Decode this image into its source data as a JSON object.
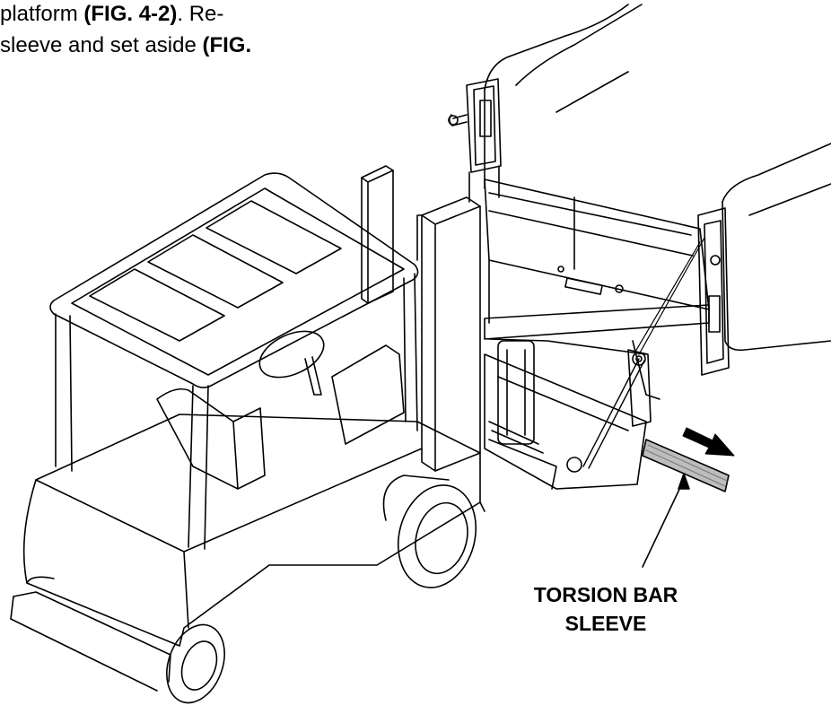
{
  "instructions": {
    "line1_prefix": "platform ",
    "line1_bold": "(FIG. 4-2)",
    "line1_suffix": ". Re-",
    "line2_prefix": "sleeve and set aside ",
    "line2_bold": "(FIG."
  },
  "callout": {
    "line1": "TORSION BAR",
    "line2": "SLEEVE"
  },
  "colors": {
    "ink": "#000000",
    "background": "#ffffff"
  }
}
